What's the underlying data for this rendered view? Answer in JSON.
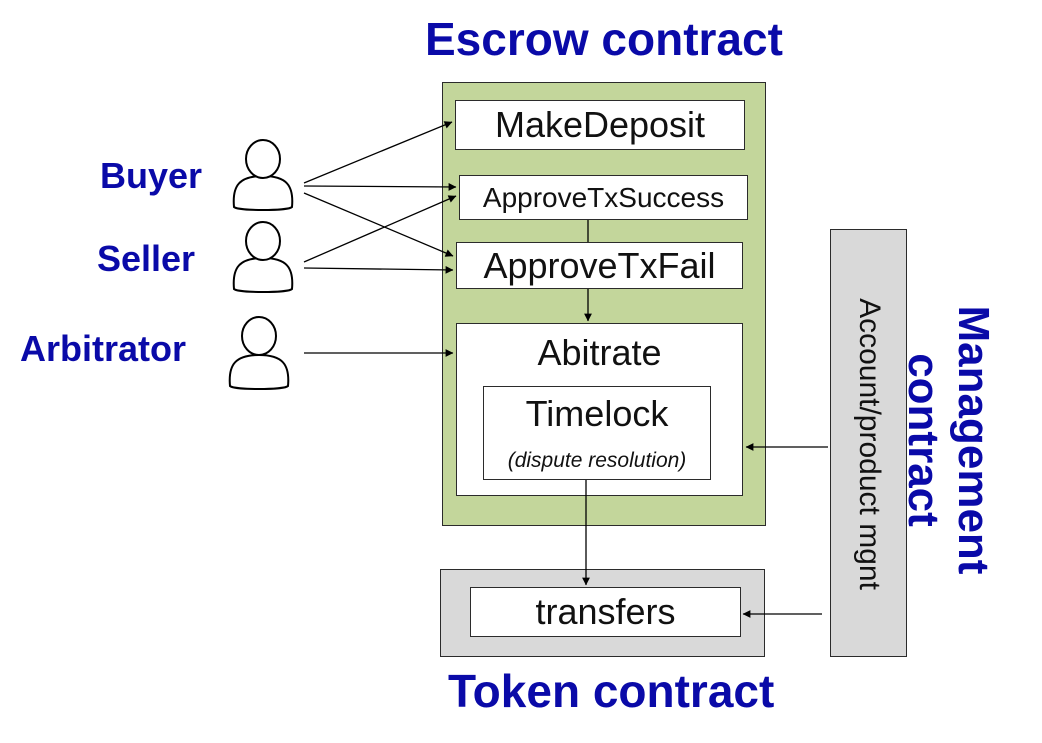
{
  "escrow": {
    "title": "Escrow contract",
    "functions": {
      "make_deposit": "MakeDeposit",
      "approve_success": "ApproveTxSuccess",
      "approve_fail": "ApproveTxFail",
      "arbitrate": "Abitrate",
      "timelock": "Timelock",
      "timelock_note": "(dispute resolution)"
    }
  },
  "token": {
    "title": "Token contract",
    "transfers": "transfers"
  },
  "management": {
    "title_line1": "Management",
    "title_line2": "contract",
    "box_label": "Account/product mgnt"
  },
  "actors": [
    {
      "label": "Buyer",
      "icon": "person-icon"
    },
    {
      "label": "Seller",
      "icon": "person-icon"
    },
    {
      "label": "Arbitrator",
      "icon": "person-icon"
    }
  ],
  "colors": {
    "title_blue": "#0a0aa8",
    "escrow_fill": "#c3d69b",
    "token_fill": "#d9d9d9",
    "management_fill": "#d9d9d9"
  }
}
